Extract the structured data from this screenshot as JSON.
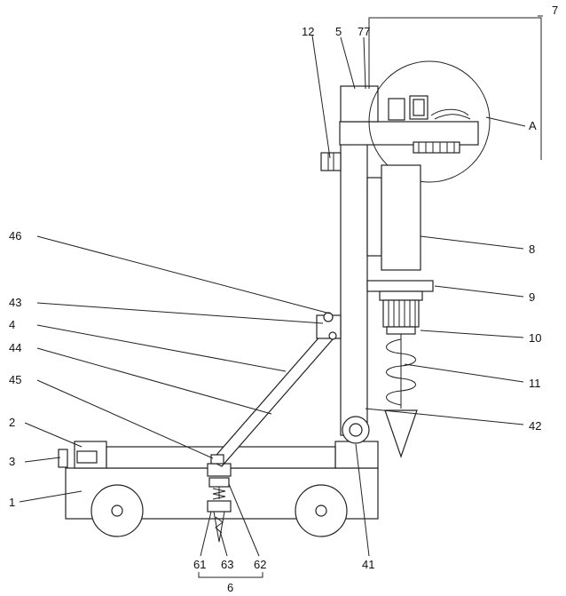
{
  "figure": {
    "labels": {
      "l1": "1",
      "l2": "2",
      "l3": "3",
      "l4": "4",
      "l5": "5",
      "l6": "6",
      "l7": "7",
      "l8": "8",
      "l9": "9",
      "l10": "10",
      "l11": "11",
      "l12": "12",
      "l41": "41",
      "l42": "42",
      "l43": "43",
      "l44": "44",
      "l45": "45",
      "l46": "46",
      "l61": "61",
      "l62": "62",
      "l63": "63",
      "l77": "77",
      "lA": "A"
    }
  }
}
